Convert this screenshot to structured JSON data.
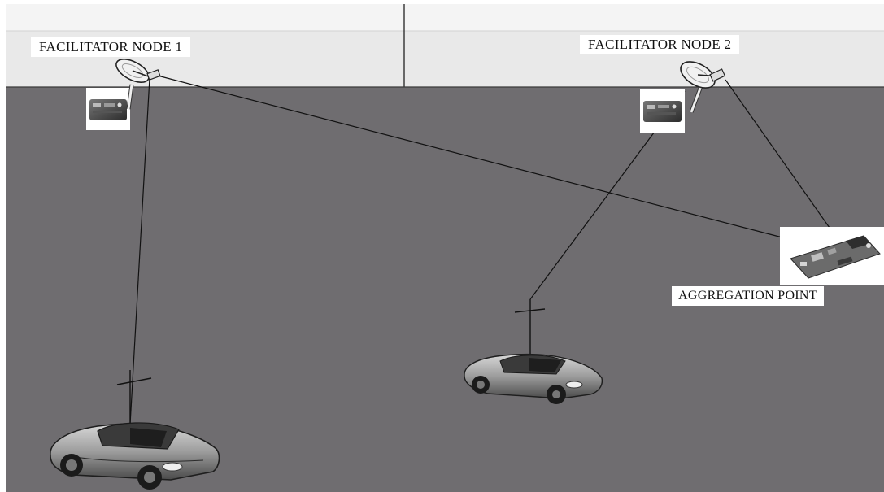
{
  "labels": {
    "facilitator_node_1": "FACILITATOR NODE 1",
    "facilitator_node_2": "FACILITATOR NODE 2",
    "aggregation_point": "AGGREGATION POINT"
  },
  "colors": {
    "floor": "#6f6d70",
    "wall": "#e9e9e9",
    "wall_top": "#f4f4f4",
    "link": "#111111"
  }
}
